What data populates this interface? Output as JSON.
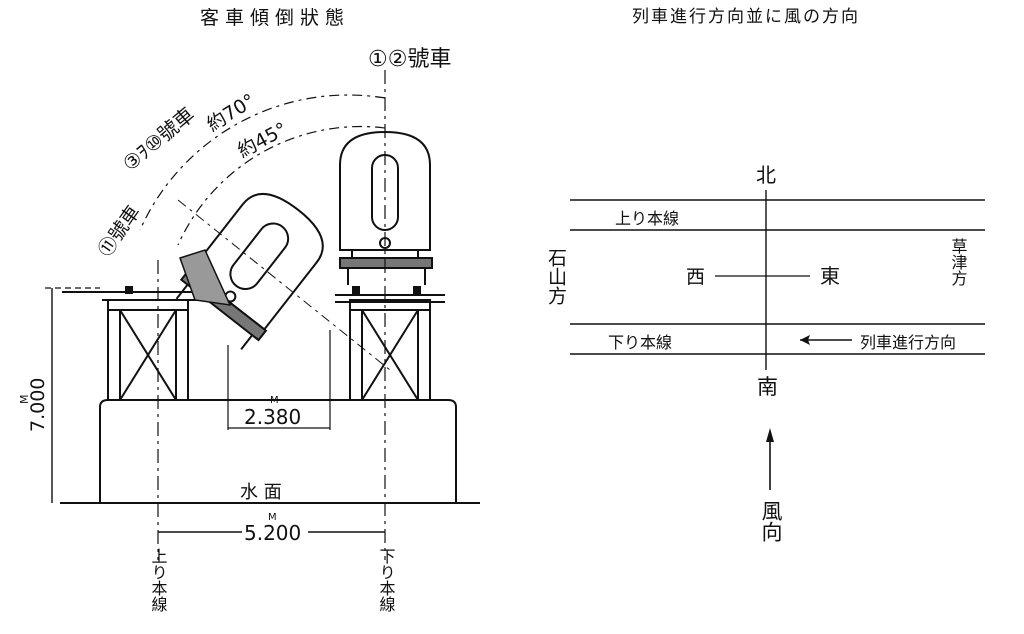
{
  "left_panel": {
    "title": "客車傾倒狀態",
    "label_car12": "①②號車",
    "label_car310": "③ｦ⑩號車",
    "label_car11": "⑪號車",
    "angle70": "約70°",
    "angle45": "約45°",
    "height_unit": "M",
    "height_value": "7.000",
    "width_unit": "M",
    "width_value": "2.380",
    "span_unit": "M",
    "span_value": "5.200",
    "water_label": "水 面",
    "up_line_label": "上り本線",
    "down_line_label": "下り本線"
  },
  "right_panel": {
    "title": "列車進行方向並に風の方向",
    "north": "北",
    "south": "南",
    "west": "西",
    "east": "東",
    "up_line": "上り本線",
    "down_line": "下り本線",
    "left_side": "石山方",
    "right_side": "草津方",
    "train_direction": "列車進行方向",
    "wind_label": "風向"
  }
}
